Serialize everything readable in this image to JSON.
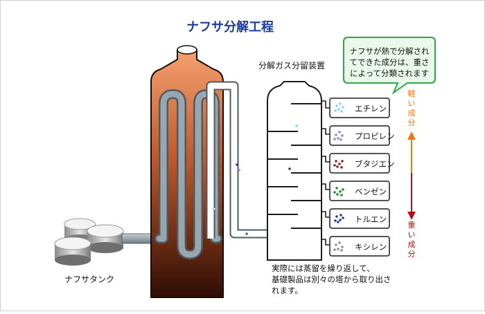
{
  "title": "ナフサ分解工程",
  "labels": {
    "naphtha_tank": "ナフサタンク",
    "column": "分解ガス分留装置",
    "note_line1": "実際には蒸留を繰り返して、",
    "note_line2": "基礎製品は別々の塔から取り出さ",
    "note_line3": "れます。"
  },
  "callout": {
    "line1": "ナフサが熱で分解され",
    "line2": "てできた成分は、重さ",
    "line3": "によって分類されます"
  },
  "scale": {
    "light": [
      "軽",
      "い",
      "成",
      "分"
    ],
    "heavy": [
      "重",
      "い",
      "成",
      "分"
    ]
  },
  "products": [
    {
      "name": "エチレン",
      "color": "#7fd6ee"
    },
    {
      "name": "プロピレン",
      "color": "#a27fd0"
    },
    {
      "name": "ブタジエン",
      "color": "#8b1a2b"
    },
    {
      "name": "ベンゼン",
      "color": "#1e8a2e"
    },
    {
      "name": "トルエン",
      "color": "#1f3fa0"
    },
    {
      "name": "キシレン",
      "color": "#909090"
    }
  ],
  "colors": {
    "title": "#1a3a9c",
    "furnace_top": "#f7a372",
    "furnace_mid": "#b8542a",
    "furnace_bottom": "#2f0d05",
    "arrow_light": "#ee7711",
    "arrow_heavy": "#b01010",
    "callout_border": "#2aa84a",
    "callout_fill": "#eaf7ea",
    "pipe": "#8e9aa4"
  }
}
